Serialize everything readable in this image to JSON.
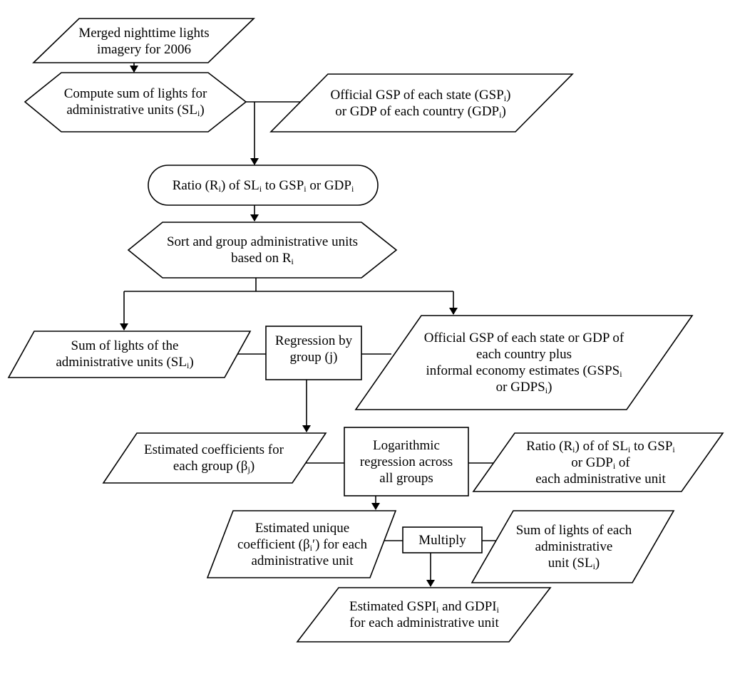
{
  "nodes": {
    "merged_imagery": {
      "lines": [
        [
          {
            "t": "Merged nighttime lights"
          }
        ],
        [
          {
            "t": "imagery for 2006"
          }
        ]
      ]
    },
    "compute_sum": {
      "lines": [
        [
          {
            "t": "Compute sum of lights for"
          }
        ],
        [
          {
            "t": "administrative units (SL"
          },
          {
            "s": "i"
          },
          {
            "t": ")"
          }
        ]
      ]
    },
    "official_gsp_gdp": {
      "lines": [
        [
          {
            "t": "Official GSP of each state (GSP"
          },
          {
            "s": "i"
          },
          {
            "t": ")"
          }
        ],
        [
          {
            "t": "or GDP of each country (GDP"
          },
          {
            "s": "i"
          },
          {
            "t": ")"
          }
        ]
      ]
    },
    "ratio": {
      "lines": [
        [
          {
            "t": "Ratio (R"
          },
          {
            "s": "i"
          },
          {
            "t": ") of SL"
          },
          {
            "s": "i"
          },
          {
            "t": " to GSP"
          },
          {
            "s": "i"
          },
          {
            "t": " or GDP"
          },
          {
            "s": "i"
          }
        ]
      ]
    },
    "sort_group": {
      "lines": [
        [
          {
            "t": "Sort and group administrative units"
          }
        ],
        [
          {
            "t": "based on R"
          },
          {
            "s": "i"
          }
        ]
      ]
    },
    "sum_lights_units": {
      "lines": [
        [
          {
            "t": "Sum of lights of the"
          }
        ],
        [
          {
            "t": "administrative units (SL"
          },
          {
            "s": "i"
          },
          {
            "t": ")"
          }
        ]
      ]
    },
    "regression_group": {
      "lines": [
        [
          {
            "t": "Regression by"
          }
        ],
        [
          {
            "t": "group (j)"
          }
        ]
      ]
    },
    "official_informal": {
      "lines": [
        [
          {
            "t": "Official GSP of each state or GDP of"
          }
        ],
        [
          {
            "t": "each country plus"
          }
        ],
        [
          {
            "t": "informal economy estimates   (GSPS"
          },
          {
            "s": "i"
          }
        ],
        [
          {
            "t": "or GDPS"
          },
          {
            "s": "i"
          },
          {
            "t": ")"
          }
        ]
      ]
    },
    "estimated_coeff_group": {
      "lines": [
        [
          {
            "t": "Estimated coefficients for"
          }
        ],
        [
          {
            "t": "each group (β"
          },
          {
            "s": "j"
          },
          {
            "t": ")"
          }
        ]
      ]
    },
    "log_regression": {
      "lines": [
        [
          {
            "t": "Logarithmic"
          }
        ],
        [
          {
            "t": "regression across"
          }
        ],
        [
          {
            "t": "all groups"
          }
        ]
      ]
    },
    "ratio_each_unit": {
      "lines": [
        [
          {
            "t": "Ratio (R"
          },
          {
            "s": "i"
          },
          {
            "t": ") of  of SL"
          },
          {
            "s": "i"
          },
          {
            "t": " to GSP"
          },
          {
            "s": "i"
          }
        ],
        [
          {
            "t": "or GDP"
          },
          {
            "s": "i"
          },
          {
            "t": "  of"
          }
        ],
        [
          {
            "t": "each administrative unit"
          }
        ]
      ]
    },
    "estimated_unique": {
      "lines": [
        [
          {
            "t": "Estimated unique"
          }
        ],
        [
          {
            "t": "coefficient (β"
          },
          {
            "s": "i"
          },
          {
            "t": "′) for each"
          }
        ],
        [
          {
            "t": "administrative unit"
          }
        ]
      ]
    },
    "multiply": {
      "lines": [
        [
          {
            "t": "Multiply"
          }
        ]
      ]
    },
    "sum_lights_each": {
      "lines": [
        [
          {
            "t": "Sum of lights of each"
          }
        ],
        [
          {
            "t": "administrative"
          }
        ],
        [
          {
            "t": "unit (SL"
          },
          {
            "s": "i"
          },
          {
            "t": ")"
          }
        ]
      ]
    },
    "estimated_gspi": {
      "lines": [
        [
          {
            "t": "Estimated GSPI"
          },
          {
            "s": "i"
          },
          {
            "t": " and GDPI"
          },
          {
            "s": "i"
          }
        ],
        [
          {
            "t": "for each administrative unit"
          }
        ]
      ]
    }
  },
  "edges": [
    {
      "from": "merged_imagery",
      "to": "compute_sum",
      "arrow": true
    },
    {
      "from": "compute_sum",
      "to": "official_gsp_gdp",
      "arrow": false
    },
    {
      "from": "compute_sum",
      "to": "ratio",
      "arrow": true
    },
    {
      "from": "ratio",
      "to": "sort_group",
      "arrow": true
    },
    {
      "from": "sort_group",
      "to": "sum_lights_units",
      "arrow": true
    },
    {
      "from": "sort_group",
      "to": "official_informal",
      "arrow": true
    },
    {
      "from": "sum_lights_units",
      "to": "regression_group",
      "arrow": false
    },
    {
      "from": "regression_group",
      "to": "official_informal",
      "arrow": false
    },
    {
      "from": "regression_group",
      "to": "estimated_coeff_group",
      "arrow": true
    },
    {
      "from": "estimated_coeff_group",
      "to": "log_regression",
      "arrow": false
    },
    {
      "from": "log_regression",
      "to": "ratio_each_unit",
      "arrow": false
    },
    {
      "from": "log_regression",
      "to": "estimated_unique",
      "arrow": true
    },
    {
      "from": "estimated_unique",
      "to": "multiply",
      "arrow": false
    },
    {
      "from": "multiply",
      "to": "sum_lights_each",
      "arrow": false
    },
    {
      "from": "multiply",
      "to": "estimated_gspi",
      "arrow": true
    }
  ]
}
